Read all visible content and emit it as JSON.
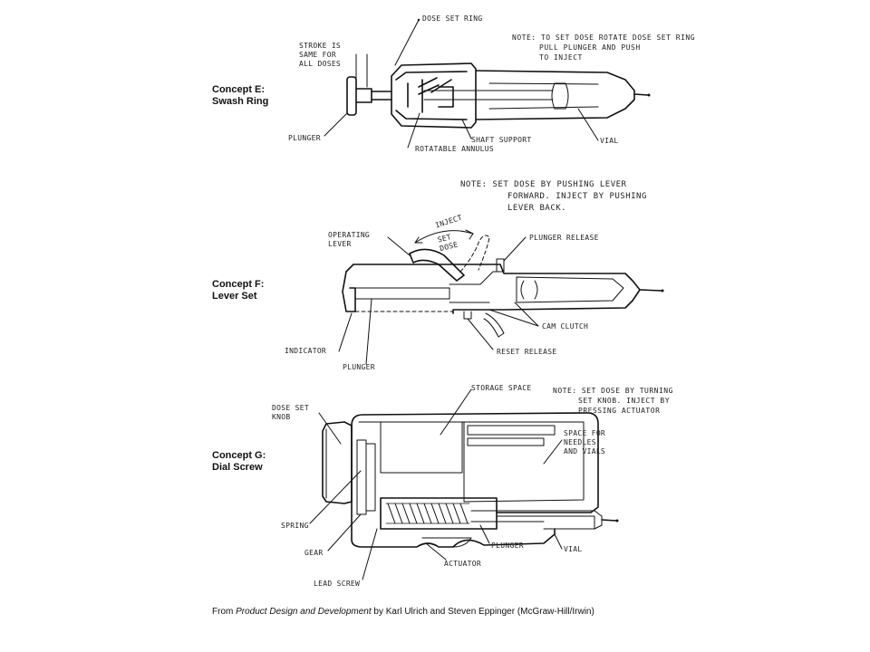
{
  "concepts": [
    {
      "label_line1": "Concept E:",
      "label_line2": "Swash Ring",
      "note": [
        "NOTE: TO SET DOSE ROTATE DOSE SET RING",
        "PULL PLUNGER AND PUSH",
        "TO INJECT"
      ],
      "callouts": {
        "dose_set_ring": "DOSE SET RING",
        "stroke": [
          "STROKE IS",
          "SAME FOR",
          "ALL DOSES"
        ],
        "plunger": "PLUNGER",
        "rotatable_annulus": "ROTATABLE ANNULUS",
        "shaft_support": "SHAFT SUPPORT",
        "vial": "VIAL"
      }
    },
    {
      "label_line1": "Concept F:",
      "label_line2": "Lever Set",
      "note": [
        "NOTE: SET DOSE BY PUSHING LEVER",
        "FORWARD. INJECT BY PUSHING",
        "LEVER BACK."
      ],
      "callouts": {
        "operating_lever": [
          "OPERATING",
          "LEVER"
        ],
        "inject": "INJECT",
        "set_dose": [
          "SET",
          "DOSE"
        ],
        "plunger_release": "PLUNGER RELEASE",
        "indicator": "INDICATOR",
        "plunger": "PLUNGER",
        "cam_clutch": "CAM CLUTCH",
        "reset_release": "RESET RELEASE"
      }
    },
    {
      "label_line1": "Concept G:",
      "label_line2": "Dial Screw",
      "note": [
        "NOTE: SET DOSE BY TURNING",
        "SET KNOB. INJECT BY",
        "PRESSING ACTUATOR"
      ],
      "callouts": {
        "dose_set_knob": [
          "DOSE SET",
          "KNOB"
        ],
        "storage_space": "STORAGE SPACE",
        "space_for": [
          "SPACE FOR",
          "NEEDLES",
          "AND VIALS"
        ],
        "spring": "SPRING",
        "gear": "GEAR",
        "lead_screw": "LEAD SCREW",
        "actuator": "ACTUATOR",
        "plunger": "PLUNGER",
        "vial": "VIAL"
      }
    }
  ],
  "credit": {
    "prefix": "From ",
    "title": "Product Design and Development",
    "suffix": " by Karl Ulrich and Steven Eppinger (McGraw-Hill/Irwin)"
  }
}
